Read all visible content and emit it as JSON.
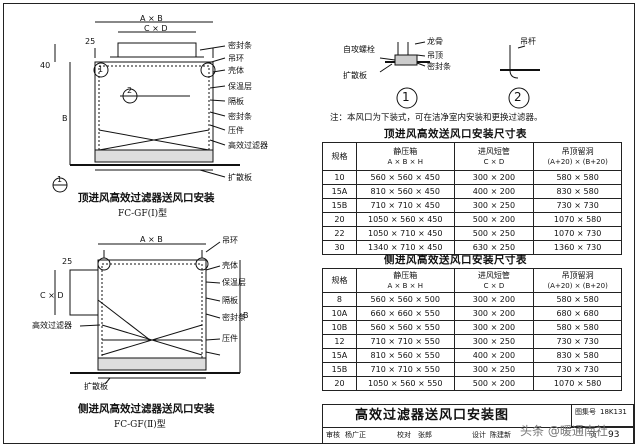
{
  "diagram1": {
    "dims": {
      "axb": "A × B",
      "cxd": "C × D",
      "d25": "25",
      "d40": "40",
      "dB": "B"
    },
    "labels": [
      "密封条",
      "吊环",
      "壳体",
      "保温层",
      "隔板",
      "密封条",
      "压件",
      "高效过滤器",
      "扩散板"
    ],
    "callouts": [
      "1",
      "2",
      "1"
    ],
    "caption": "顶进风高效过滤器送风口安装",
    "model": "FC-GF(Ⅰ)型"
  },
  "diagram2": {
    "dims": {
      "axb": "A × B",
      "cxd": "C × D",
      "d25": "25",
      "dB": "B"
    },
    "labels": [
      "吊环",
      "壳体",
      "保温层",
      "隔板",
      "高效过滤器",
      "密封条",
      "压件",
      "扩散板"
    ],
    "caption": "侧进风高效过滤器送风口安装",
    "model": "FC-GF(Ⅱ)型"
  },
  "details": {
    "d1_labels": [
      "龙骨",
      "吊顶",
      "密封条",
      "自攻螺栓",
      "扩散板"
    ],
    "d2_labels": [
      "吊杆"
    ],
    "d1_num": "1",
    "d2_num": "2"
  },
  "note": "注：本风口为下装式，可在洁净室内安装和更换过滤器。",
  "table1": {
    "title": "顶进风高效送风口安装尺寸表",
    "headers": [
      "规格",
      "静压箱",
      "进风短管",
      "吊顶留洞"
    ],
    "subheaders": [
      "",
      "A × B × H",
      "C × D",
      "(A+20) × (B+20)"
    ],
    "rows": [
      [
        "10",
        "560 × 560 × 450",
        "300 × 200",
        "580 × 580"
      ],
      [
        "15A",
        "810 × 560 × 450",
        "400 × 200",
        "830 × 580"
      ],
      [
        "15B",
        "710 × 710 × 450",
        "300 × 250",
        "730 × 730"
      ],
      [
        "20",
        "1050 × 560 × 450",
        "500 × 200",
        "1070 × 580"
      ],
      [
        "22",
        "1050 × 710 × 450",
        "500 × 250",
        "1070 × 730"
      ],
      [
        "30",
        "1340 × 710 × 450",
        "630 × 250",
        "1360 × 730"
      ]
    ]
  },
  "table2": {
    "title": "侧进风高效送风口安装尺寸表",
    "headers": [
      "规格",
      "静压箱",
      "进风短管",
      "吊顶留洞"
    ],
    "subheaders": [
      "",
      "A × B × H",
      "C × D",
      "(A+20) × (B+20)"
    ],
    "rows": [
      [
        "8",
        "560 × 560 × 500",
        "300 × 200",
        "580 × 580"
      ],
      [
        "10A",
        "660 × 660 × 550",
        "300 × 200",
        "680 × 680"
      ],
      [
        "10B",
        "560 × 560 × 550",
        "300 × 200",
        "580 × 580"
      ],
      [
        "12",
        "710 × 710 × 550",
        "300 × 250",
        "730 × 730"
      ],
      [
        "15A",
        "810 × 560 × 550",
        "400 × 200",
        "830 × 580"
      ],
      [
        "15B",
        "710 × 710 × 550",
        "300 × 250",
        "730 × 730"
      ],
      [
        "20",
        "1050 × 560 × 550",
        "500 × 200",
        "1070 × 580"
      ]
    ]
  },
  "titleblock": {
    "title": "高效过滤器送风口安装图",
    "atlas_label": "图集号",
    "atlas_no": "18K131",
    "page_label": "页",
    "page_no": "93",
    "row": [
      "审核",
      "杨广正",
      "校对",
      "张郎",
      "设计",
      "陈建新"
    ]
  },
  "watermark": "头条 @暖通南社"
}
